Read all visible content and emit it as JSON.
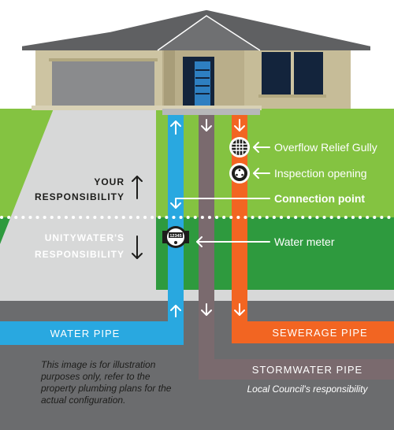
{
  "labels": {
    "overflow_relief_gully": "Overflow Relief Gully",
    "inspection_opening": "Inspection opening",
    "connection_point": "Connection point",
    "water_meter": "Water meter",
    "your_responsibility_line1": "YOUR",
    "your_responsibility_line2": "RESPONSIBILITY",
    "unitywater_responsibility_line1": "UNITYWATER'S",
    "unitywater_responsibility_line2": "RESPONSIBILITY",
    "meter_reading": "12345",
    "water_pipe": "WATER PIPE",
    "sewerage_pipe": "SEWERAGE PIPE",
    "stormwater_pipe": "STORMWATER PIPE",
    "council_responsibility": "Local Council's responsibility",
    "disclaimer_line1": "This image is for illustration",
    "disclaimer_line2": "purposes only, refer to the",
    "disclaimer_line3": "property plumbing plans for the",
    "disclaimer_line4": "actual configuration."
  },
  "colors": {
    "sky": "#ffffff",
    "grass_private": "#84c341",
    "grass_public": "#2e9a3e",
    "driveway": "#d7d8d8",
    "footpath": "#d7d8d8",
    "road": "#6b6c6e",
    "water_pipe": "#29a8e0",
    "stormwater_pipe": "#7a6a6e",
    "sewerage_pipe": "#f26522",
    "roof": "#5f6062",
    "house_wall": "#cdc4a2",
    "garage_door": "#8a8b8d",
    "window": "#13243c",
    "window_accent": "#2e7fc1"
  }
}
